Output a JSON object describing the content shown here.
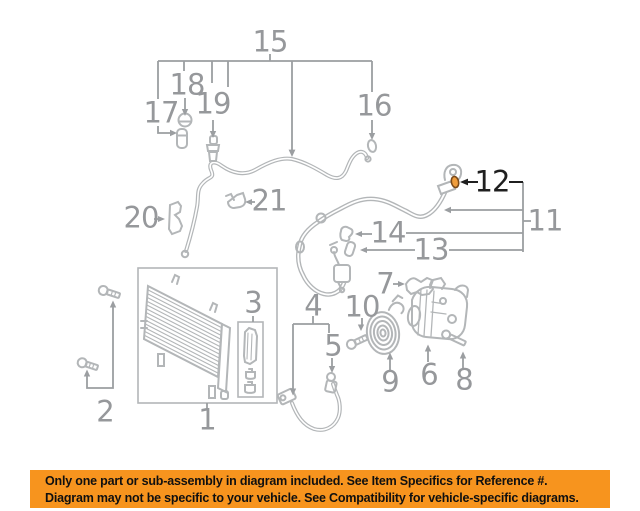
{
  "diagram": {
    "description": "AC compressor and condenser parts diagram",
    "labels": {
      "p1": "1",
      "p2": "2",
      "p3": "3",
      "p4": "4",
      "p5": "5",
      "p6": "6",
      "p7": "7",
      "p8": "8",
      "p9": "9",
      "p10": "10",
      "p11": "11",
      "p12": "12",
      "p13": "13",
      "p14": "14",
      "p15": "15",
      "p16": "16",
      "p17": "17",
      "p18": "18",
      "p19": "19",
      "p20": "20",
      "p21": "21"
    },
    "highlighted_ref": "12"
  },
  "banner": {
    "line1": "Only one part or sub-assembly in diagram included. See Item Specifics for Reference #.",
    "line2": "Diagram may not be specific to your vehicle. See Compatibility for vehicle-specific diagrams."
  },
  "colors": {
    "artwork_line": "#b3b6b8",
    "leader_line": "#9b9ea1",
    "label_text": "#96989b",
    "label_text_highlight": "#1f1f1f",
    "banner_background": "#f7941e",
    "banner_text": "#101010",
    "highlight_part_fill": "#ef9d3c",
    "highlight_part_stroke": "#7a4a1a"
  }
}
